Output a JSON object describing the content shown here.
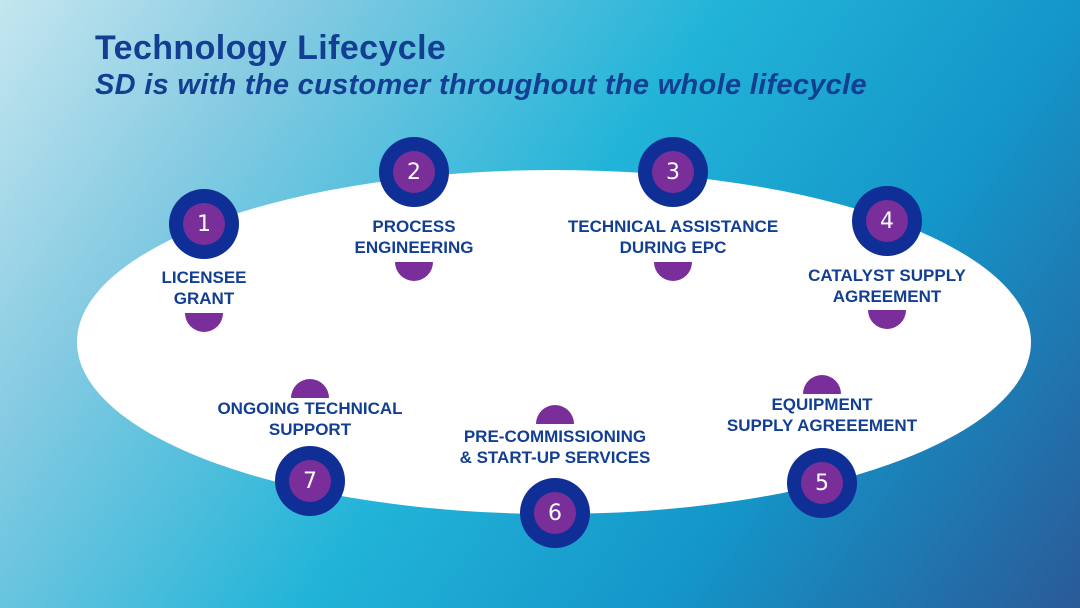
{
  "header": {
    "title": "Technology Lifecycle",
    "subtitle": "SD is with the customer throughout the whole lifecycle"
  },
  "colors": {
    "circle_outer": "#0f2f96",
    "circle_inner": "#7a2e9a",
    "text": "#123f92",
    "ellipse": "#ffffff"
  },
  "steps": [
    {
      "number": "1",
      "line1": "LICENSEE",
      "line2": "GRANT"
    },
    {
      "number": "2",
      "line1": "PROCESS",
      "line2": "ENGINEERING"
    },
    {
      "number": "3",
      "line1": "TECHNICAL ASSISTANCE",
      "line2": "DURING EPC"
    },
    {
      "number": "4",
      "line1": "CATALYST SUPPLY",
      "line2": "AGREEMENT"
    },
    {
      "number": "5",
      "line1": "EQUIPMENT",
      "line2": "SUPPLY AGREEEMENT"
    },
    {
      "number": "6",
      "line1": "PRE-COMMISSIONING",
      "line2": "& START-UP SERVICES"
    },
    {
      "number": "7",
      "line1": "ONGOING TECHNICAL",
      "line2": "SUPPORT"
    }
  ]
}
